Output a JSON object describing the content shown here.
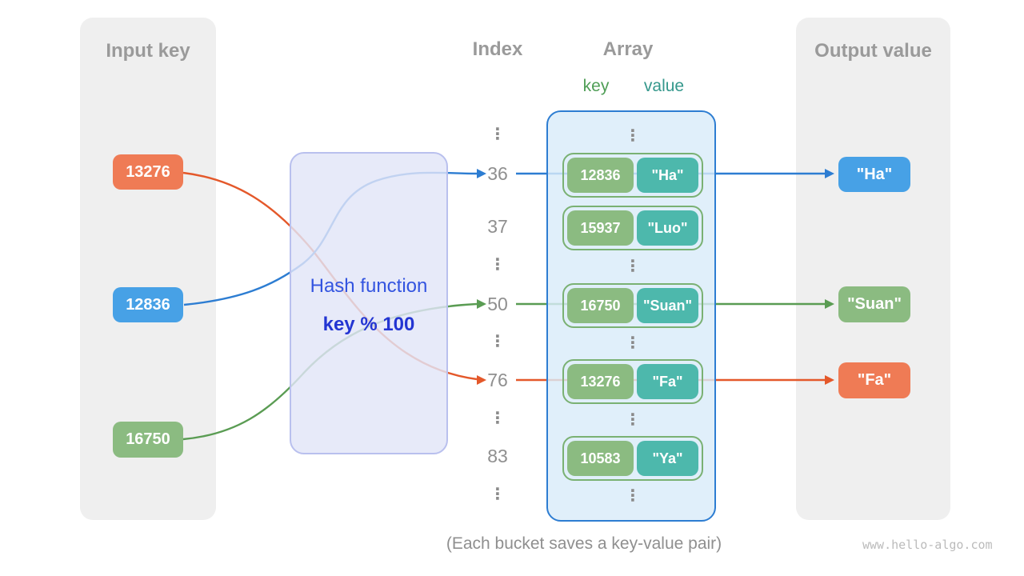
{
  "panels": {
    "input": {
      "title": "Input key",
      "items": [
        {
          "label": "13276",
          "color": "#ef7b55"
        },
        {
          "label": "12836",
          "color": "#47a1e6"
        },
        {
          "label": "16750",
          "color": "#8bbb81"
        }
      ]
    },
    "output": {
      "title": "Output value",
      "items": [
        {
          "label": "\"Ha\"",
          "color": "#47a1e6"
        },
        {
          "label": "\"Suan\"",
          "color": "#8bbb81"
        },
        {
          "label": "\"Fa\"",
          "color": "#ef7b55"
        }
      ]
    }
  },
  "hash": {
    "title": "Hash function",
    "formula": "key % 100"
  },
  "index_column": {
    "title": "Index",
    "entries": [
      "⋮",
      "36",
      "37",
      "⋮",
      "50",
      "⋮",
      "76",
      "⋮",
      "83",
      "⋮"
    ]
  },
  "array": {
    "title": "Array",
    "key_header": "key",
    "value_header": "value",
    "ellipsis": "⋮",
    "pairs": [
      {
        "key": "12836",
        "value": "\"Ha\""
      },
      {
        "key": "15937",
        "value": "\"Luo\""
      },
      {
        "key": "16750",
        "value": "\"Suan\""
      },
      {
        "key": "13276",
        "value": "\"Fa\""
      },
      {
        "key": "10583",
        "value": "\"Ya\""
      }
    ]
  },
  "caption": "(Each bucket saves a key-value pair)",
  "watermark": "www.hello-algo.com",
  "colors": {
    "panel_gray": "#efefef",
    "header_gray": "#9a9a9a",
    "orange_box": "#ef7b55",
    "blue_box": "#47a1e6",
    "green_box": "#8bbb81",
    "teal_box": "#4db8ac",
    "pair_border_green": "#7ab173",
    "arrow_blue": "#2d7dd2",
    "arrow_green": "#5a9c53",
    "arrow_orange": "#e4582a",
    "hash_bg": "#e7eaf9",
    "hash_border": "#b9c0ee",
    "hash_text": "#3354e0",
    "array_bg": "#e0effa",
    "array_border": "#2d7dd2",
    "key_header_green": "#4f9e56",
    "value_header_teal": "#35988c"
  }
}
